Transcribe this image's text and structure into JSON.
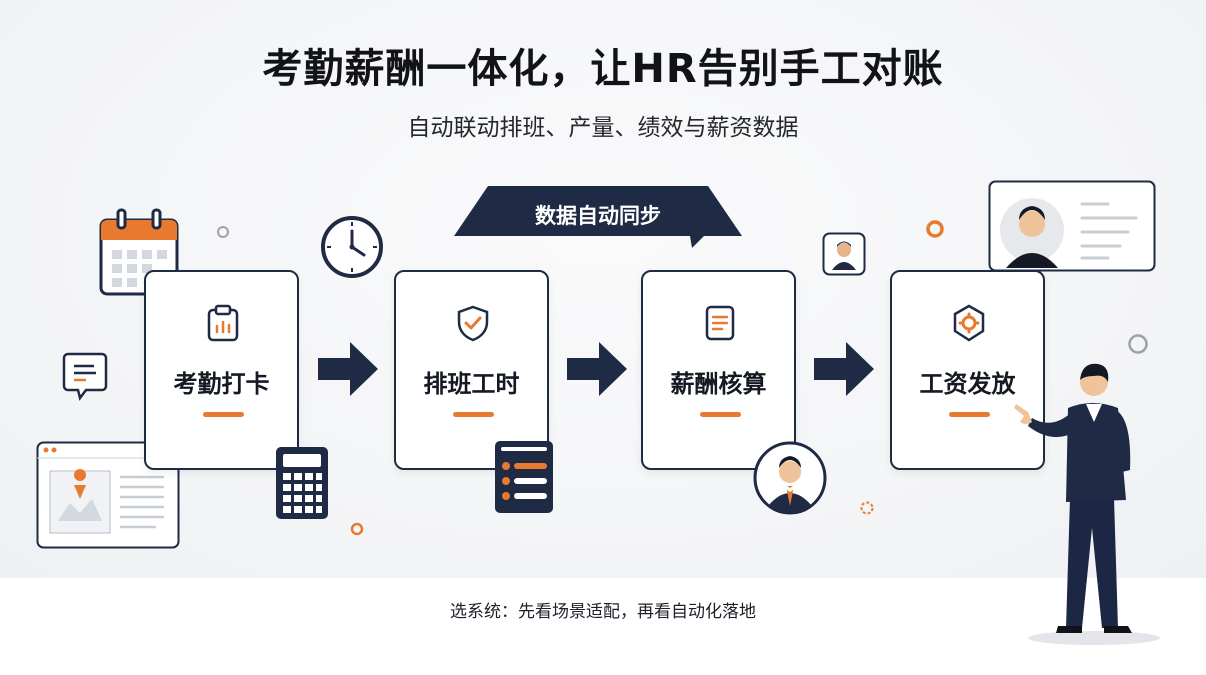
{
  "header": {
    "title": "考勤薪酬一体化，让HR告别手工对账",
    "subtitle": "自动联动排班、产量、绩效与薪资数据"
  },
  "banner": {
    "label": "数据自动同步",
    "color": "#1f2a44"
  },
  "steps": [
    {
      "label": "考勤打卡",
      "icon": "clipboard-chart-icon"
    },
    {
      "label": "排班工时",
      "icon": "shield-check-icon"
    },
    {
      "label": "薪酬核算",
      "icon": "document-icon"
    },
    {
      "label": "工资发放",
      "icon": "shield-gear-icon"
    }
  ],
  "footer": {
    "text": "选系统：先看场景适配，再看自动化落地"
  },
  "colors": {
    "accent": "#e87a2f",
    "navy": "#1f2a44",
    "text": "#111318"
  }
}
